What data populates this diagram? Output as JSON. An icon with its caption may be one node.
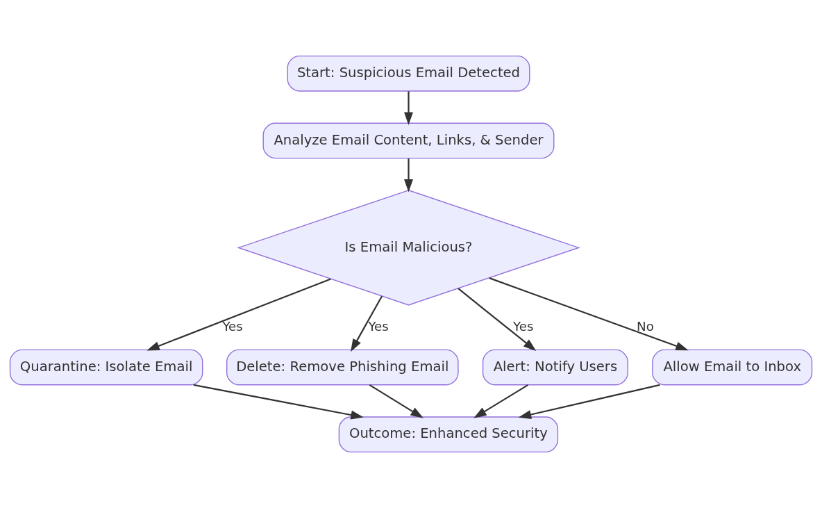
{
  "diagram": {
    "nodes": [
      {
        "text": [
          "Start: Suspicious Email Detected"
        ]
      },
      {
        "text": [
          "Analyze Email Content, Links, & Sender"
        ]
      },
      {
        "text": [
          "Is Email Malicious?"
        ]
      },
      {
        "text": [
          "Quarantine: Isolate Email"
        ]
      },
      {
        "text": [
          "Delete: Remove Phishing Email"
        ]
      },
      {
        "text": [
          "Alert: Notify Users"
        ]
      },
      {
        "text": [
          "Allow Email to Inbox"
        ]
      },
      {
        "text": [
          "Outcome: Enhanced Security"
        ]
      }
    ],
    "edges": [
      {
        "from": 0,
        "to": 1,
        "arrow": "to"
      },
      {
        "from": 1,
        "to": 2,
        "arrow": "to"
      },
      {
        "from": 2,
        "to": 3,
        "arrow": "to",
        "label": "Yes"
      },
      {
        "from": 2,
        "to": 4,
        "arrow": "to",
        "label": "Yes"
      },
      {
        "from": 2,
        "to": 5,
        "arrow": "to",
        "label": "Yes"
      },
      {
        "from": 2,
        "to": 6,
        "arrow": "to",
        "label": "No"
      },
      {
        "from": 3,
        "to": 7,
        "arrow": "to"
      },
      {
        "from": 4,
        "to": 7,
        "arrow": "to"
      },
      {
        "from": 5,
        "to": 7,
        "arrow": "to"
      },
      {
        "from": 6,
        "to": 7,
        "arrow": "to"
      }
    ]
  }
}
